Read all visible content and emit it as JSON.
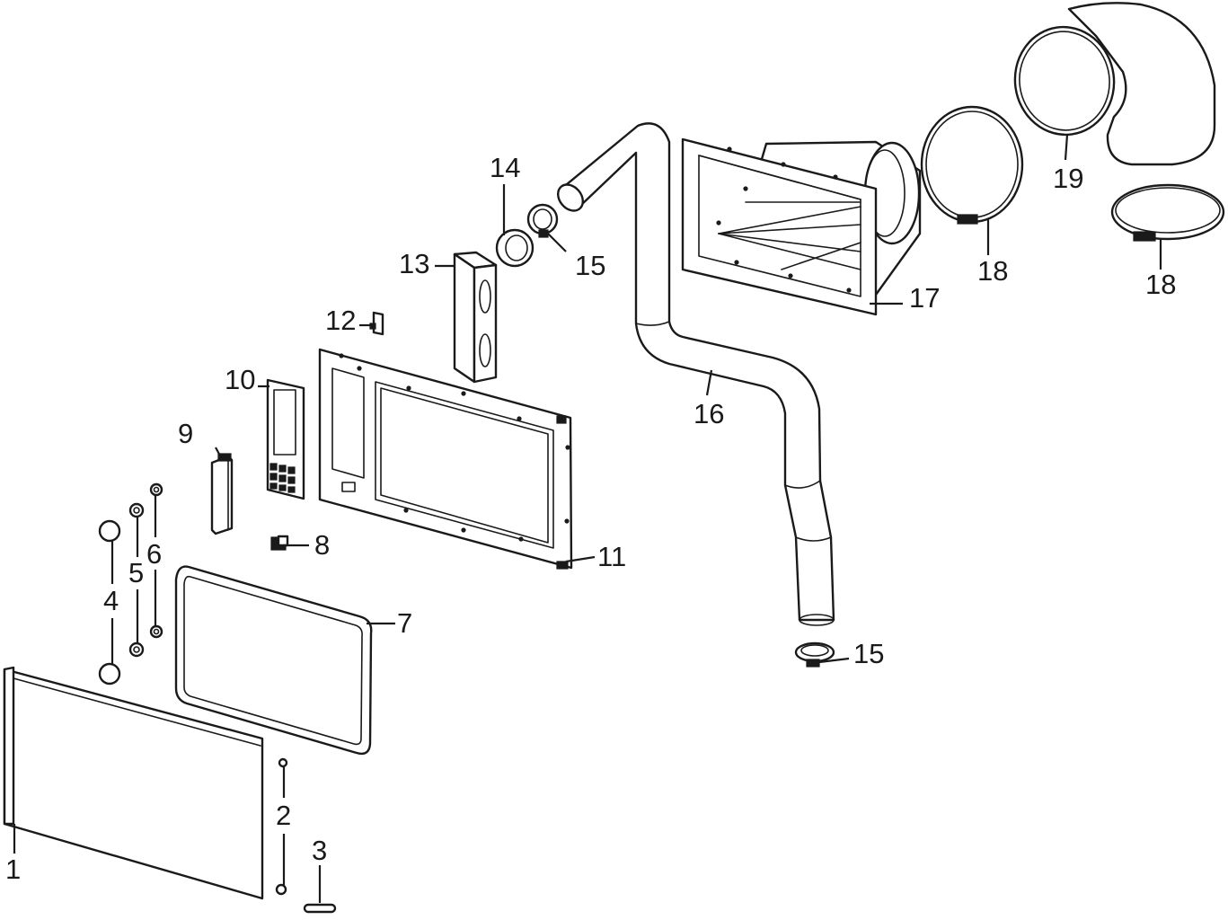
{
  "callouts": {
    "c1": "1",
    "c2": "2",
    "c3": "3",
    "c4": "4",
    "c5": "5",
    "c6": "6",
    "c7": "7",
    "c8": "8",
    "c9": "9",
    "c10": "10",
    "c11": "11",
    "c12": "12",
    "c13": "13",
    "c14": "14",
    "c15a": "15",
    "c15b": "15",
    "c16": "16",
    "c17": "17",
    "c18a": "18",
    "c18b": "18",
    "c19": "19"
  },
  "colors": {
    "line": "#1a1a1a",
    "background": "#ffffff"
  }
}
